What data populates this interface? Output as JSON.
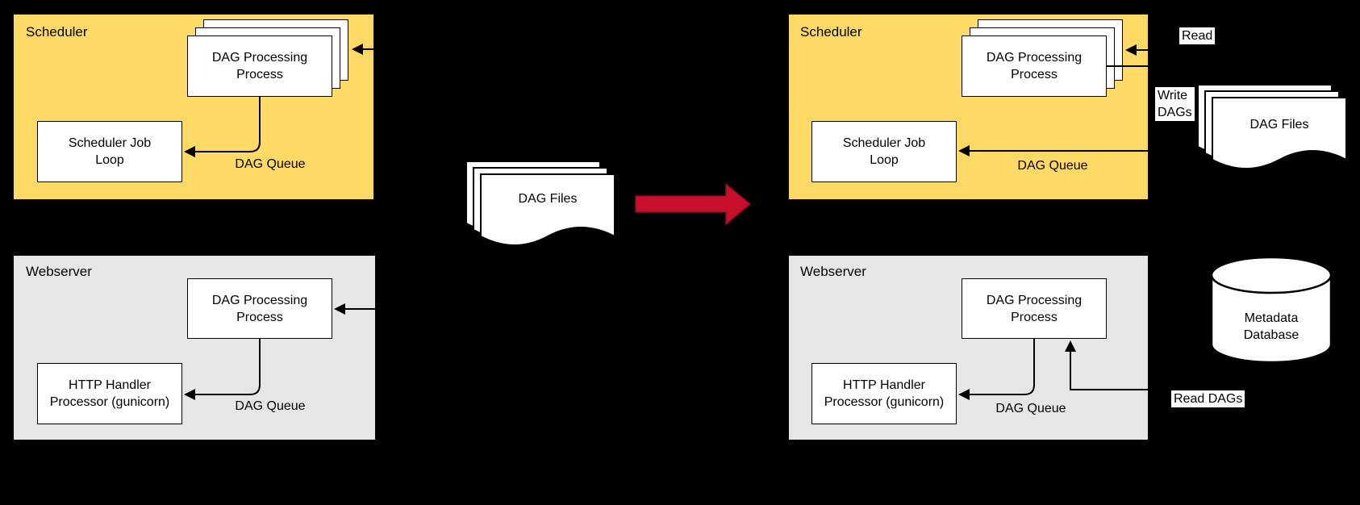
{
  "colors": {
    "background": "#000000",
    "scheduler_fill": "#FFD966",
    "webserver_fill": "#E6E6E6",
    "node_fill": "#FFFFFF",
    "line": "#000000",
    "transform_arrow_fill": "#C8102E",
    "transform_arrow_edge": "#8E0A21"
  },
  "before": {
    "scheduler": {
      "title": "Scheduler",
      "dag_processing": "DAG Processing\nProcess",
      "job_loop": "Scheduler Job\nLoop",
      "queue_label": "DAG Queue"
    },
    "webserver": {
      "title": "Webserver",
      "dag_processing": "DAG Processing\nProcess",
      "http_handler": "HTTP Handler\nProcessor (gunicorn)",
      "queue_label": "DAG Queue"
    },
    "dag_files": "DAG Files"
  },
  "after": {
    "scheduler": {
      "title": "Scheduler",
      "dag_processing": "DAG Processing\nProcess",
      "job_loop": "Scheduler Job\nLoop",
      "queue_label": "DAG Queue"
    },
    "webserver": {
      "title": "Webserver",
      "dag_processing": "DAG Processing\nProcess",
      "http_handler": "HTTP Handler\nProcessor (gunicorn)",
      "queue_label": "DAG Queue"
    },
    "dag_files": "DAG Files",
    "metadata_db": "Metadata\nDatabase",
    "read_label": "Read",
    "write_dags_label": "Write\nDAGs",
    "read_dags_label": "Read DAGs"
  }
}
